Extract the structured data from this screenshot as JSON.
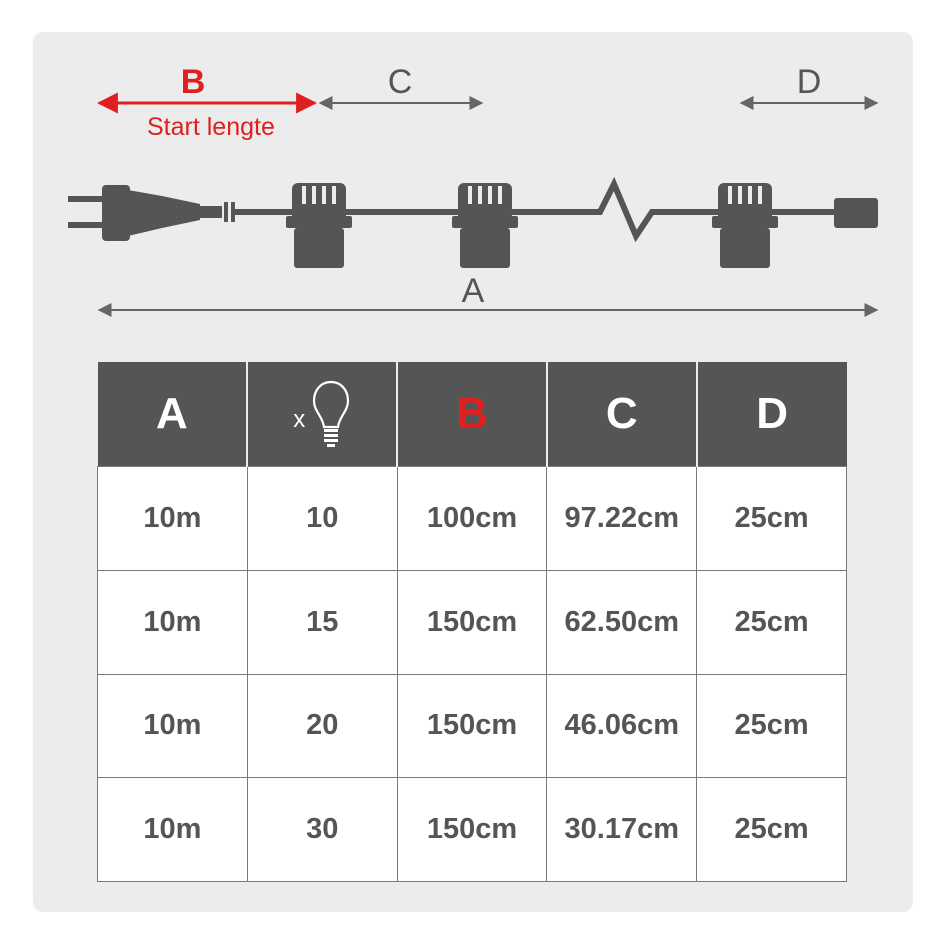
{
  "dimensions": {
    "b_label": "B",
    "b_sublabel": "Start lengte",
    "c_label": "C",
    "d_label": "D",
    "a_label": "A"
  },
  "table": {
    "headers": {
      "a": "A",
      "bulb_multiplier": "x",
      "bulb_icon": "light-bulb-icon",
      "b": "B",
      "c": "C",
      "d": "D"
    },
    "rows": [
      [
        "10m",
        "10",
        "100cm",
        "97.22cm",
        "25cm"
      ],
      [
        "10m",
        "15",
        "150cm",
        "62.50cm",
        "25cm"
      ],
      [
        "10m",
        "20",
        "150cm",
        "46.06cm",
        "25cm"
      ],
      [
        "10m",
        "30",
        "150cm",
        "30.17cm",
        "25cm"
      ]
    ]
  },
  "colors": {
    "accent_red": "#e02020",
    "dark_gray": "#555555",
    "panel_bg": "#ececec"
  }
}
